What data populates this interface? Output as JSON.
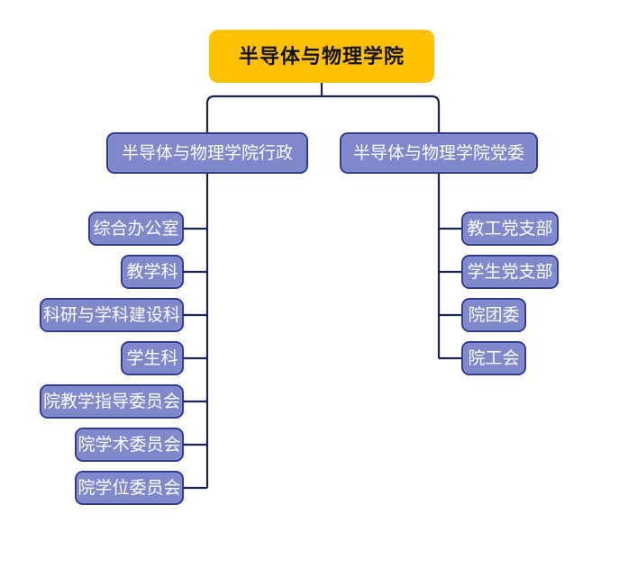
{
  "org": {
    "root": {
      "label": "半导体与物理学院"
    },
    "branches": [
      {
        "label": "半导体与物理学院行政",
        "children": [
          "综合办公室",
          "教学科",
          "科研与学科建设科",
          "学生科",
          "院教学指导委员会",
          "院学术委员会",
          "院学位委员会"
        ]
      },
      {
        "label": "半导体与物理学院党委",
        "children": [
          "教工党支部",
          "学生党支部",
          "院团委",
          "院工会"
        ]
      }
    ]
  },
  "colors": {
    "root_fill": "#FFC000",
    "root_text": "#111122",
    "node_fill": "#7E88CB",
    "node_border": "#2F3799",
    "node_text": "#FFFFFF",
    "line": "#1B2150"
  }
}
